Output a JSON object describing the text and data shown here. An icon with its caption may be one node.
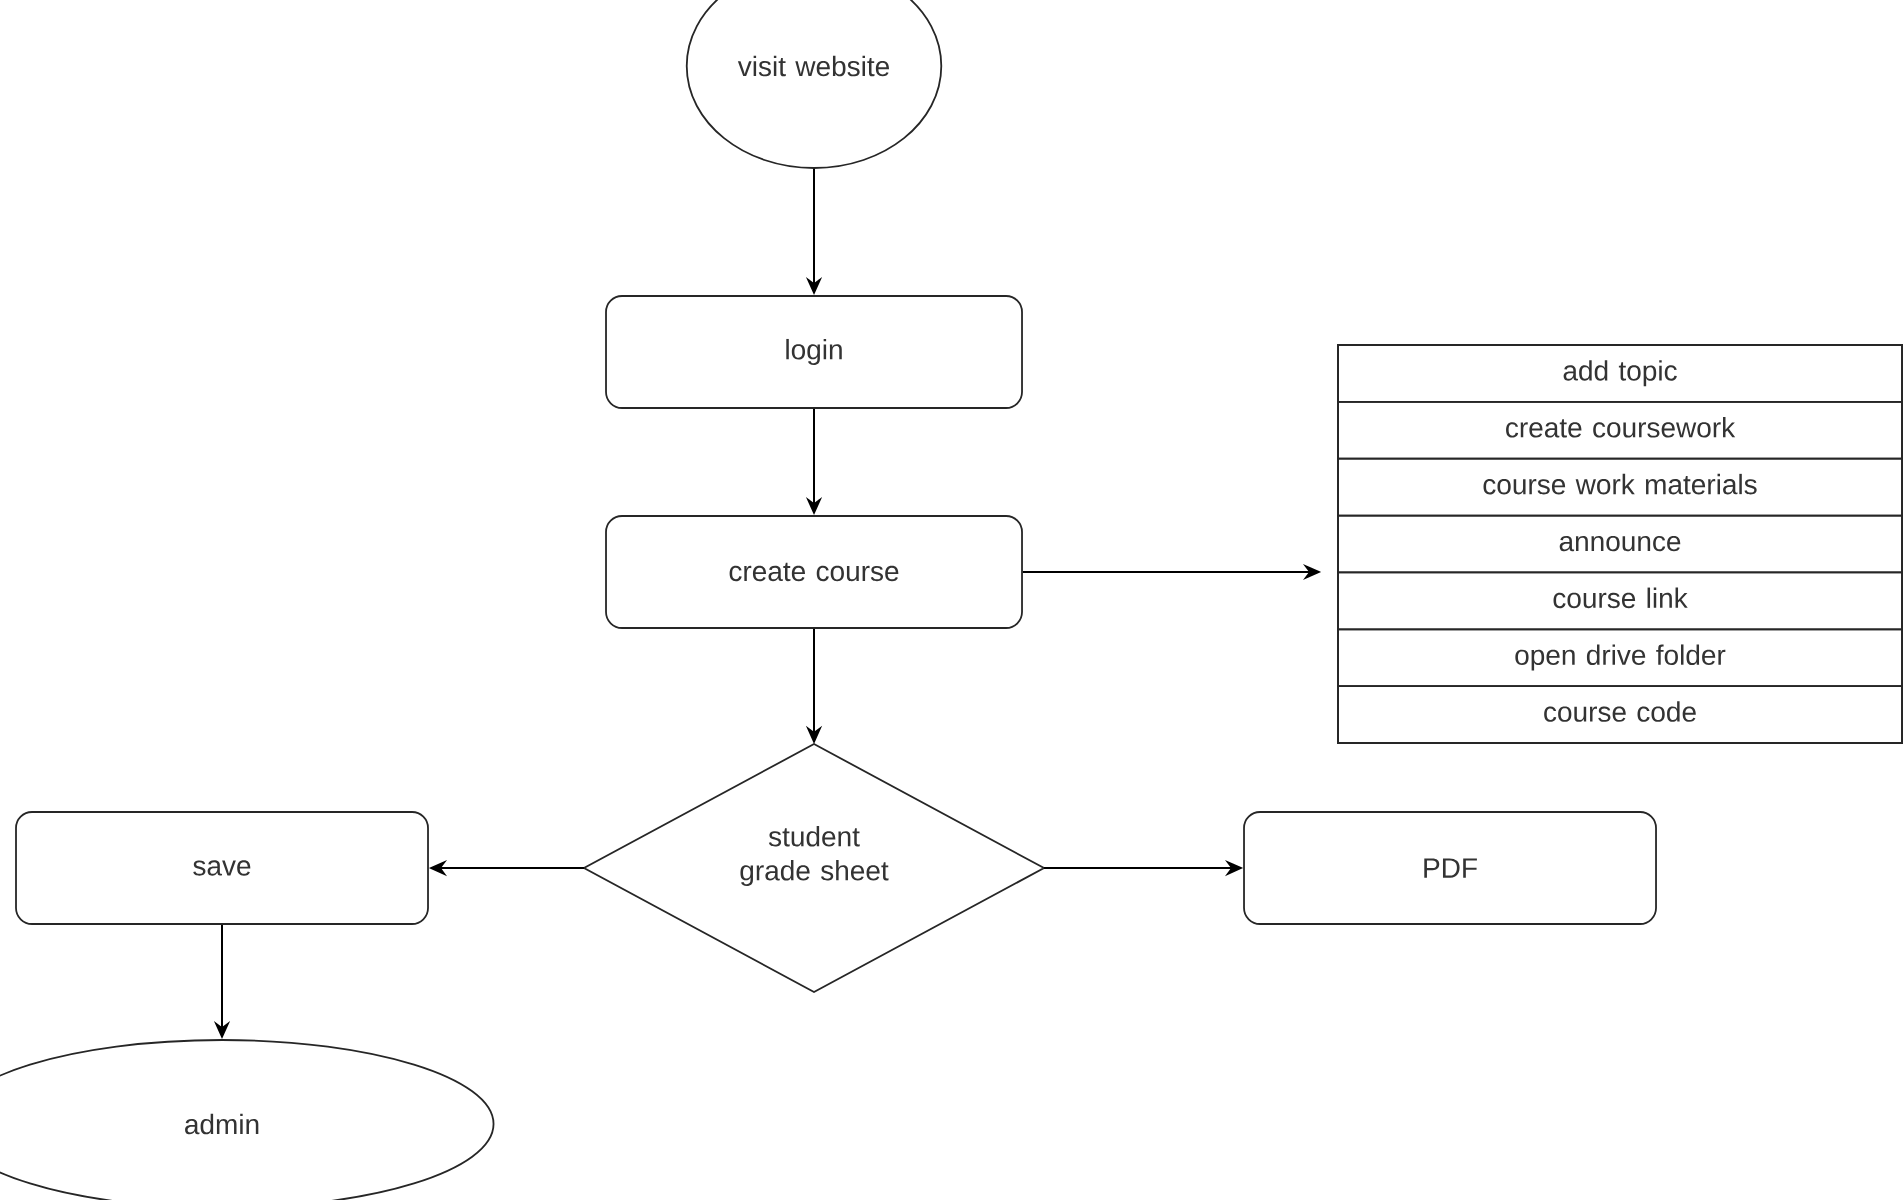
{
  "diagram": {
    "nodes": [
      {
        "text": [
          "visit website"
        ]
      },
      {
        "text": [
          "login"
        ]
      },
      {
        "text": [
          "create course"
        ]
      },
      {
        "text": [],
        "shape": "box"
      },
      {
        "text": [
          "add topic"
        ],
        "in": 3
      },
      {
        "text": [
          "create coursework"
        ],
        "in": 3
      },
      {
        "text": [
          "course work materials"
        ],
        "in": 3
      },
      {
        "text": [
          "announce"
        ],
        "in": 3
      },
      {
        "text": [
          "course link"
        ],
        "in": 3
      },
      {
        "text": [
          "open drive folder"
        ],
        "in": 3
      },
      {
        "text": [
          "course code"
        ],
        "in": 3
      },
      {
        "text": [
          "student grade sheet"
        ]
      },
      {
        "text": [
          "save"
        ]
      },
      {
        "text": [
          "PDF"
        ]
      },
      {
        "text": [
          "admin"
        ]
      }
    ],
    "edges": [
      {
        "from": 0,
        "to": 1,
        "arrow": "to"
      },
      {
        "from": 1,
        "to": 2,
        "arrow": "to"
      },
      {
        "from": 2,
        "to": 3,
        "arrow": "to"
      },
      {
        "from": 2,
        "to": 11,
        "arrow": "to"
      },
      {
        "from": 11,
        "to": 12,
        "arrow": "to"
      },
      {
        "from": 11,
        "to": 13,
        "arrow": "to"
      },
      {
        "from": 12,
        "to": 14,
        "arrow": "to"
      }
    ]
  }
}
